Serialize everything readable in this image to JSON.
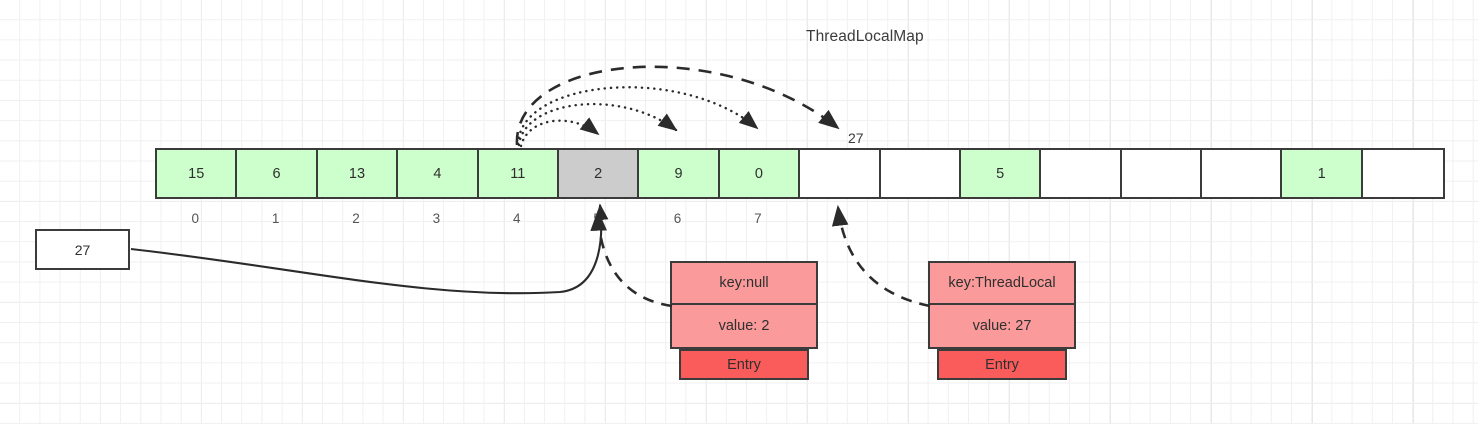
{
  "diagram": {
    "title": "ThreadLocalMap",
    "top_pointer_label": "27"
  },
  "variable_box": {
    "value": "27"
  },
  "array": {
    "cells": [
      {
        "value": "15",
        "state": "green"
      },
      {
        "value": "6",
        "state": "green"
      },
      {
        "value": "13",
        "state": "green"
      },
      {
        "value": "4",
        "state": "green"
      },
      {
        "value": "11",
        "state": "green"
      },
      {
        "value": "2",
        "state": "gray"
      },
      {
        "value": "9",
        "state": "green"
      },
      {
        "value": "0",
        "state": "green"
      },
      {
        "value": "",
        "state": "empty"
      },
      {
        "value": "",
        "state": "empty"
      },
      {
        "value": "5",
        "state": "green"
      },
      {
        "value": "",
        "state": "empty"
      },
      {
        "value": "",
        "state": "empty"
      },
      {
        "value": "",
        "state": "empty"
      },
      {
        "value": "1",
        "state": "green"
      },
      {
        "value": "",
        "state": "empty"
      }
    ],
    "indices": [
      "0",
      "1",
      "2",
      "3",
      "4",
      "5",
      "6",
      "7"
    ]
  },
  "entries": [
    {
      "key_label": "key:null",
      "value_label": "value: 2",
      "tag_label": "Entry"
    },
    {
      "key_label": "key:ThreadLocal",
      "value_label": "value: 27",
      "tag_label": "Entry"
    }
  ],
  "colors": {
    "green_cell": "#ccffcc",
    "gray_cell": "#cccccc",
    "entry_field": "#fa9a9a",
    "entry_tag": "#fa5c5c",
    "stroke": "#3b3b3b"
  }
}
